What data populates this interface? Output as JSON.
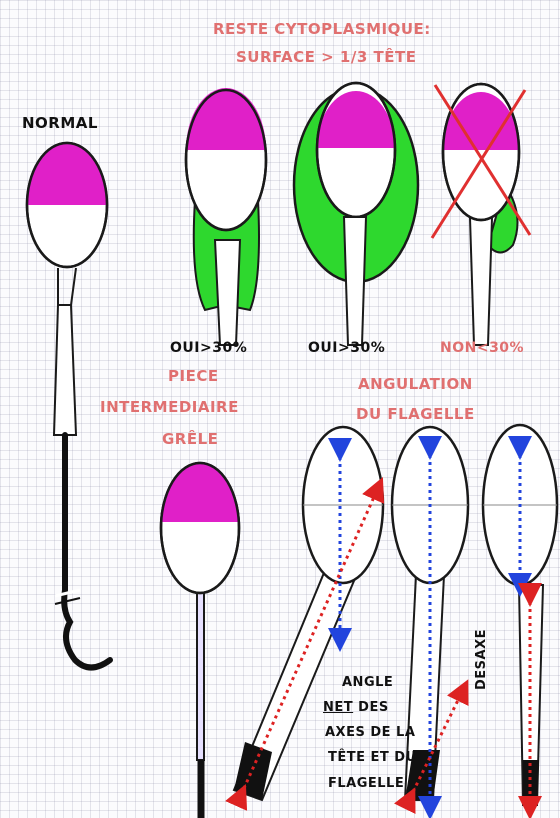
{
  "labels": {
    "normal": "NORMAL",
    "reste_line1": "RESTE CYTOPLASMIQUE:",
    "reste_line2": "SURFACE > 1/3 TÊTE",
    "oui1": "OUI>30%",
    "oui2": "OUI>30%",
    "non": "NON<30%",
    "piece_line1": "PIECE",
    "piece_line2": "INTERMEDIAIRE",
    "piece_line3": "GRÊLE",
    "angulation_line1": "ANGULATION",
    "angulation_line2": "DU FLAGELLE",
    "angle_line1": "ANGLE",
    "angle_line2_underlined": "NET",
    "angle_line2_rest": " DES",
    "angle_line3": "AXES DE LA",
    "angle_line4": "TÊTE ET DU",
    "angle_line5": "FLAGELLE",
    "desaxe": "DESAXE"
  },
  "colors": {
    "acrosome": "#e020c8",
    "cytoplasm": "#2ed82e",
    "outline": "#1a1a1a",
    "red_text": "#e07070",
    "cross": "#e03030",
    "axis_blue": "#2244dd",
    "axis_red": "#dd2222",
    "tail_black": "#111111",
    "grid": "#c8c8dc"
  }
}
